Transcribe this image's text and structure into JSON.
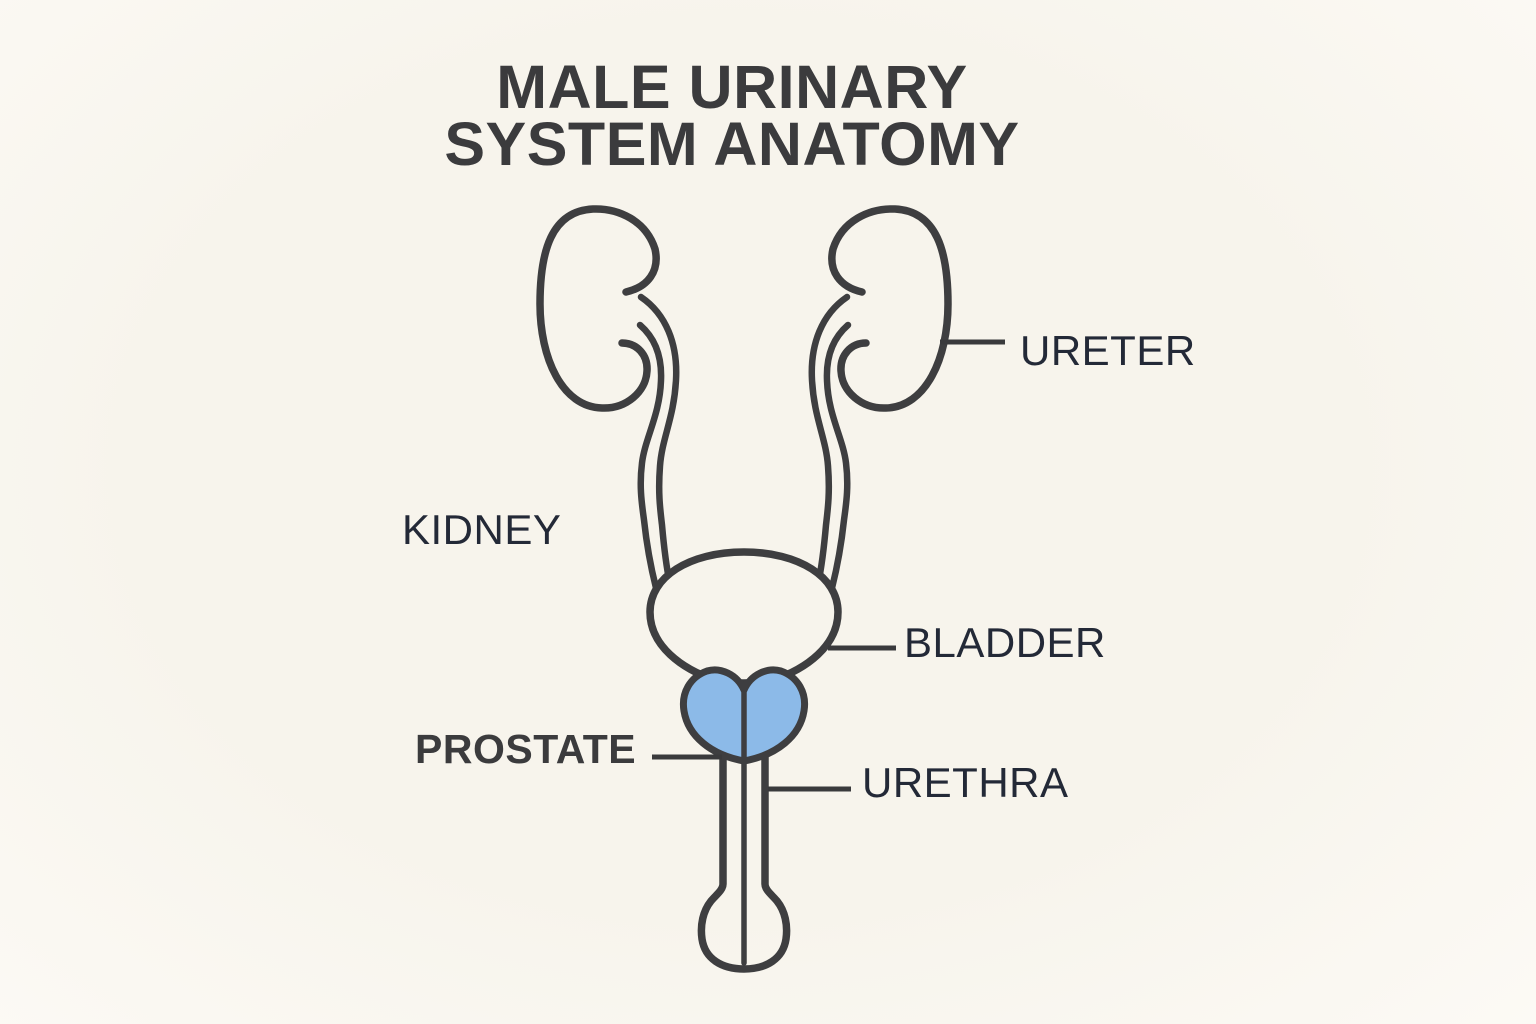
{
  "title": {
    "line1": "MALE URINARY",
    "line2": "SYSTEM ANATOMY"
  },
  "labels": {
    "kidney": "KIDNEY",
    "ureter": "URETER",
    "bladder": "BLADDER",
    "prostate": "PROSTATE",
    "urethra": "URETHRA"
  },
  "colors": {
    "background": "#F7F4EC",
    "background_edge": "#FCFAF5",
    "outline": "#3E3E40",
    "label_text": "#232937",
    "emphasis_text": "#3B3B3D",
    "prostate_fill": "#8CBAE8",
    "leader_line": "#3A3A3C"
  }
}
